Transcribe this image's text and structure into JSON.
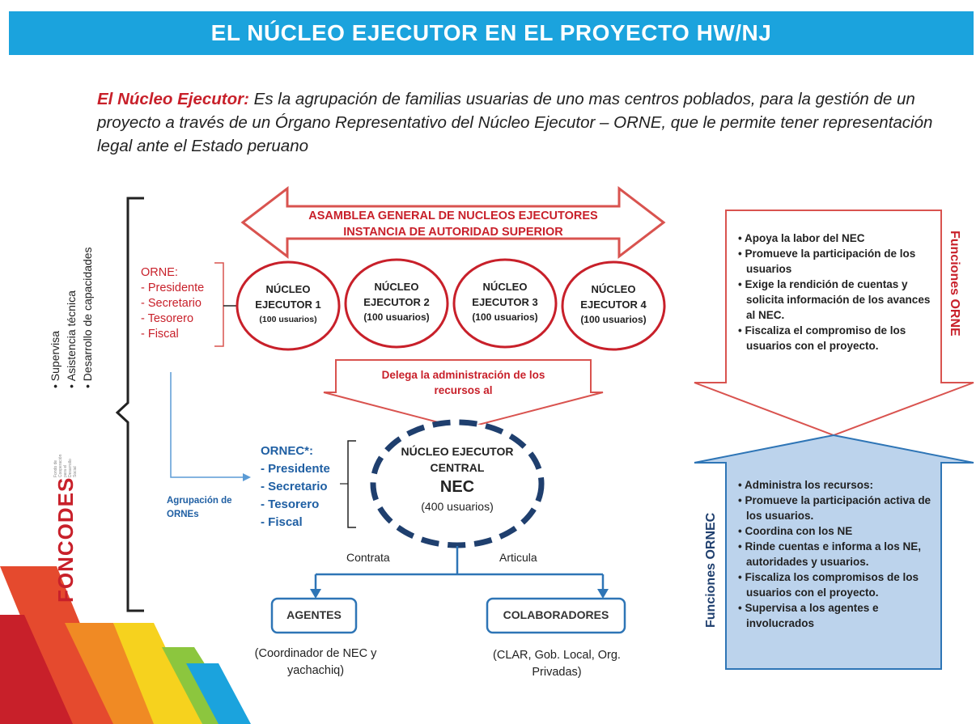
{
  "title": "EL NÚCLEO EJECUTOR EN EL PROYECTO HW/NJ",
  "intro": {
    "term": "El Núcleo Ejecutor:",
    "text": " Es la agrupación de familias usuarias de uno mas centros poblados, para la gestión de un proyecto a través de un Órgano Representativo del Núcleo Ejecutor – ORNE, que le permite tener representación legal ante el Estado peruano"
  },
  "foncodes": {
    "roles": [
      "Supervisa",
      "Asistencia técnica",
      "Desarrollo de capacidades"
    ],
    "logo_text": "FONCODES",
    "logo_tagline": "Fondo de Cooperación para el Desarrollo Social"
  },
  "assembly": {
    "line1": "ASAMBLEA GENERAL DE NUCLEOS EJECUTORES",
    "line2": "INSTANCIA DE AUTORIDAD SUPERIOR"
  },
  "orne": {
    "label": "ORNE:",
    "members": [
      "- Presidente",
      "- Secretario",
      "- Tesorero",
      "- Fiscal"
    ]
  },
  "nucleos": [
    {
      "line1": "NÚCLEO",
      "line2": "EJECUTOR 1",
      "users": "(100 usuarios)"
    },
    {
      "line1": "NÚCLEO",
      "line2": "EJECUTOR 2",
      "users": "(100 usuarios)"
    },
    {
      "line1": "NÚCLEO",
      "line2": "EJECUTOR 3",
      "users": "(100 usuarios)"
    },
    {
      "line1": "NÚCLEO",
      "line2": "EJECUTOR 4",
      "users": "(100 usuarios)"
    }
  ],
  "delega": {
    "line1": "Delega la administración de los",
    "line2": "recursos al"
  },
  "agrupacion": {
    "line1": "Agrupación de",
    "line2": "ORNEs"
  },
  "ornec": {
    "label": "ORNEC*:",
    "members": [
      "- Presidente",
      "- Secretario",
      "- Tesorero",
      "- Fiscal"
    ]
  },
  "nec": {
    "line1": "NÚCLEO EJECUTOR",
    "line2": "CENTRAL",
    "acronym": "NEC",
    "users": "(400 usuarios)"
  },
  "relations": {
    "left": "Contrata",
    "right": "Articula"
  },
  "agentes": {
    "title": "AGENTES",
    "desc_line1": "(Coordinador de NEC y",
    "desc_line2": "yachachiq)"
  },
  "colaboradores": {
    "title": "COLABORADORES",
    "desc_line1": "(CLAR, Gob. Local, Org.",
    "desc_line2": "Privadas)"
  },
  "funciones_orne": {
    "label": "Funciones ORNE",
    "items": [
      "• Apoya la labor del NEC",
      "• Promueve la participación de los usuarios",
      "• Exige la rendición de cuentas y solicita información de los avances al NEC.",
      "• Fiscaliza el compromiso de los usuarios con el proyecto."
    ]
  },
  "funciones_ornec": {
    "label": "Funciones ORNEC",
    "items": [
      "• Administra los recursos:",
      "• Promueve la participación activa de los usuarios.",
      "• Coordina con los NE",
      "• Rinde cuentas e informa a los NE, autoridades y usuarios.",
      "• Fiscaliza los compromisos de los usuarios con el proyecto.",
      "• Supervisa a los agentes e involucrados"
    ]
  },
  "colors": {
    "title_bar": "#1ba3dd",
    "red": "#c8202a",
    "navy": "#1f3f6e",
    "blue": "#2e75b6",
    "ornec_fill": "#bcd3ec"
  }
}
